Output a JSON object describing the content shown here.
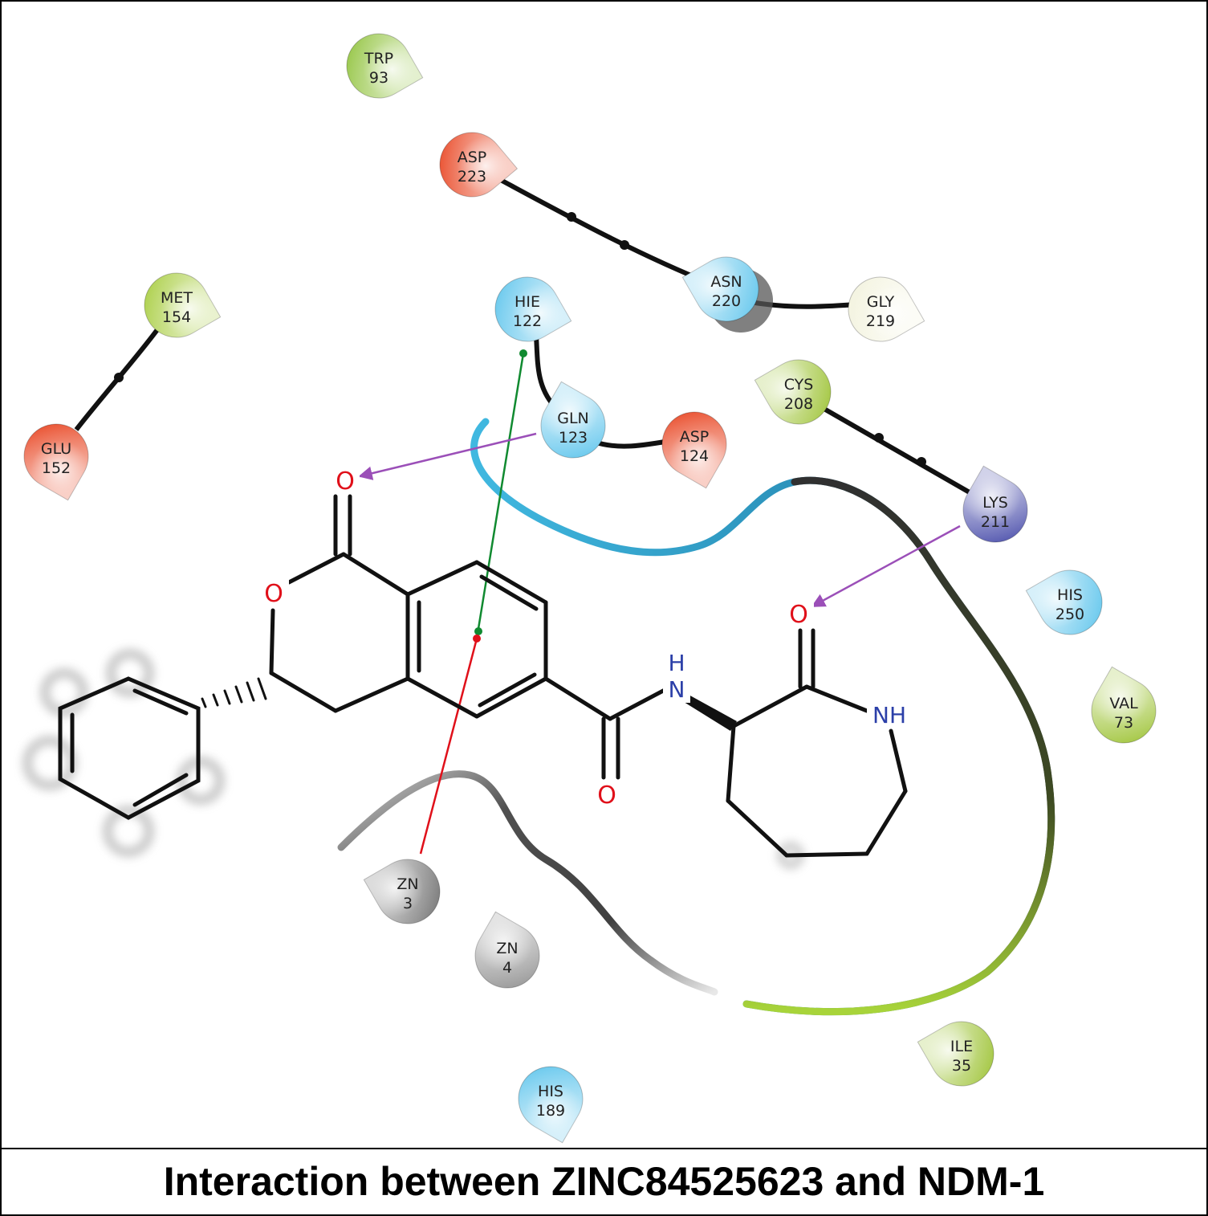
{
  "caption": "Interaction between ZINC84525623 and NDM-1",
  "residues": [
    {
      "id": "trp93",
      "name": "TRP",
      "num": "93",
      "color": "#8fc23a"
    },
    {
      "id": "asp223",
      "name": "ASP",
      "num": "223",
      "color": "#e8401c"
    },
    {
      "id": "asn220",
      "name": "ASN",
      "num": "220",
      "color": "#5cc4ec"
    },
    {
      "id": "gly219",
      "name": "GLY",
      "num": "219",
      "color": "#f2f2dc"
    },
    {
      "id": "met154",
      "name": "MET",
      "num": "154",
      "color": "#a6cc3c"
    },
    {
      "id": "hie122",
      "name": "HIE",
      "num": "122",
      "color": "#5cc4ec"
    },
    {
      "id": "gln123",
      "name": "GLN",
      "num": "123",
      "color": "#5cc4ec"
    },
    {
      "id": "asp124",
      "name": "ASP",
      "num": "124",
      "color": "#e8401c"
    },
    {
      "id": "cys208",
      "name": "CYS",
      "num": "208",
      "color": "#9cc232"
    },
    {
      "id": "glu152",
      "name": "GLU",
      "num": "152",
      "color": "#e8401c"
    },
    {
      "id": "lys211",
      "name": "LYS",
      "num": "211",
      "color": "#4448a8"
    },
    {
      "id": "his250",
      "name": "HIS",
      "num": "250",
      "color": "#5cc4ec"
    },
    {
      "id": "val73",
      "name": "VAL",
      "num": "73",
      "color": "#9cc232"
    },
    {
      "id": "zn3",
      "name": "ZN",
      "num": "3",
      "color": "#707070"
    },
    {
      "id": "zn4",
      "name": "ZN",
      "num": "4",
      "color": "#909090"
    },
    {
      "id": "ile35",
      "name": "ILE",
      "num": "35",
      "color": "#9cc232"
    },
    {
      "id": "his189",
      "name": "HIS",
      "num": "189",
      "color": "#5cc4ec"
    }
  ],
  "atoms": {
    "o_carbonyl_top": "O",
    "o_ring": "O",
    "o_amide": "O",
    "o_lactam": "O",
    "n_amide_h": "H",
    "n_amide": "N",
    "n_lactam": "NH"
  },
  "interaction_colors": {
    "hbond": "#9b4fb8",
    "pi_stack": "#108a30",
    "metal": "#e0101a"
  }
}
